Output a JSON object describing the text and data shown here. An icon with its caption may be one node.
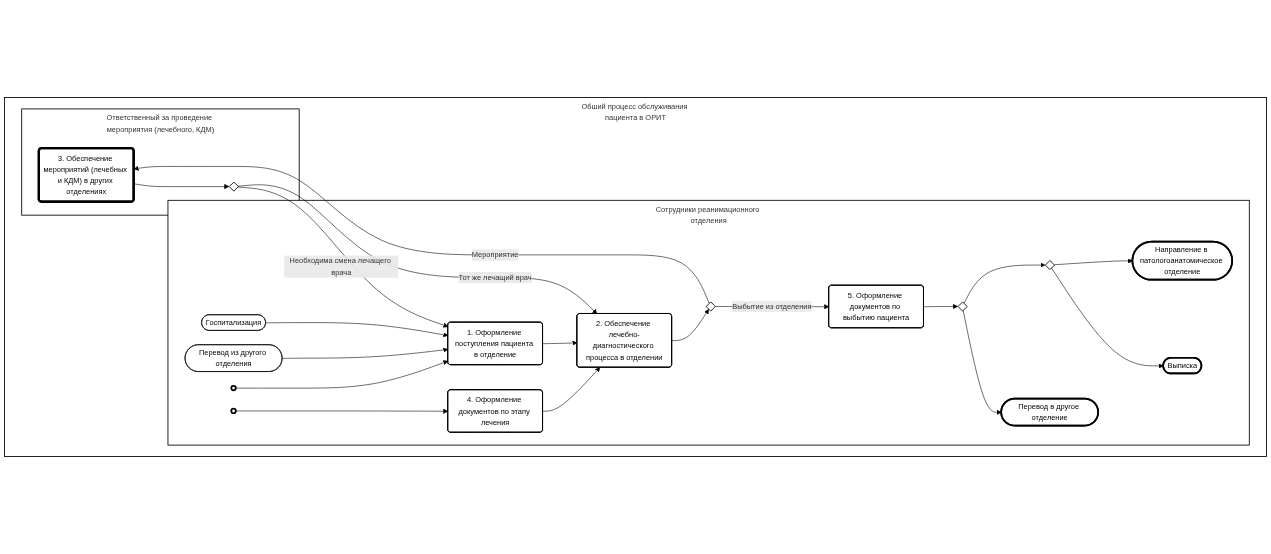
{
  "diagram": {
    "nodes": [
      {
        "text": [
          "Обший процесс обслуживания пациента в ОРИТ"
        ]
      },
      {
        "text": [
          "Сотрудники реанимационного отделения"
        ],
        "in": 0
      },
      {
        "text": [
          "Госпитализация"
        ],
        "in": 1
      },
      {
        "text": [
          "Перевод из другого отделения"
        ],
        "in": 1
      },
      {
        "text": [
          "1. Оформление поступления пациента в отделение"
        ],
        "in": 1
      },
      {
        "text": [
          "2. Обеспечение лечебно-диагностического процесса в отделении"
        ],
        "in": 1
      },
      {
        "text": [],
        "shape": "circle",
        "in": 1
      },
      {
        "text": [],
        "shape": "circle",
        "in": 1
      },
      {
        "text": [],
        "shape": "diamond",
        "in": 1
      },
      {
        "text": [
          "4. Оформление документов по этапу лечения"
        ],
        "in": 1
      },
      {
        "text": [
          "5. Оформление документов по выбытию пациента"
        ],
        "in": 1
      },
      {
        "text": [],
        "shape": "diamond",
        "in": 1
      },
      {
        "text": [
          "Перевод в другое отделение"
        ],
        "in": 1
      },
      {
        "text": [],
        "shape": "diamond",
        "in": 1
      },
      {
        "text": [
          "Выписка"
        ],
        "in": 1
      },
      {
        "text": [
          "Направление в патологоанатомическое отделение"
        ],
        "in": 1
      },
      {
        "text": [
          "Ответственный за проведение мероприятия (лечебного, КДМ)"
        ],
        "in": 0
      },
      {
        "text": [
          "3. Обеспечение мероприятий (лечебных и КДМ) в других отделениях"
        ],
        "in": 16
      },
      {
        "text": [],
        "shape": "diamond",
        "in": 16
      }
    ],
    "edges": [
      {
        "from": 2,
        "to": 4,
        "arrow": "to"
      },
      {
        "from": 3,
        "to": 4,
        "arrow": "to"
      },
      {
        "from": 18,
        "to": 4,
        "arrow": "to",
        "label": "Необходима смена лечащего врача"
      },
      {
        "from": 4,
        "to": 5,
        "arrow": "to"
      },
      {
        "from": 6,
        "to": 4,
        "arrow": "to"
      },
      {
        "from": 7,
        "to": 9,
        "arrow": "to"
      },
      {
        "from": 9,
        "to": 5,
        "arrow": "to"
      },
      {
        "from": 5,
        "to": 8,
        "arrow": "to"
      },
      {
        "from": 8,
        "to": 10,
        "arrow": "to",
        "label": "Выбытие из отделения"
      },
      {
        "from": 8,
        "to": 17,
        "arrow": "to",
        "label": "Мероприятие"
      },
      {
        "from": 17,
        "to": 18,
        "arrow": "to"
      },
      {
        "from": 18,
        "to": 5,
        "arrow": "to",
        "label": "Тот же лечащий врач"
      },
      {
        "from": 10,
        "to": 11,
        "arrow": "to"
      },
      {
        "from": 11,
        "to": 12,
        "arrow": "to"
      },
      {
        "from": 11,
        "to": 13,
        "arrow": "to"
      },
      {
        "from": 13,
        "to": 14,
        "arrow": "to"
      },
      {
        "from": 13,
        "to": 15,
        "arrow": "to"
      }
    ]
  }
}
